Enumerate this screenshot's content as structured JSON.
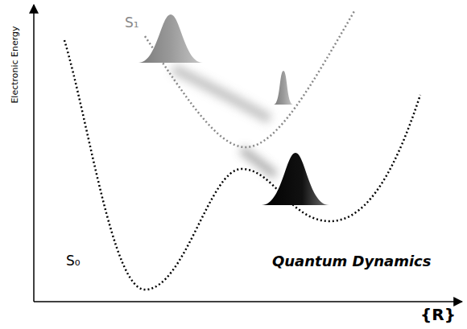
{
  "diagram": {
    "labels": [
      "Electronic Energy",
      "S₁",
      "S₀",
      "Quantum Dynamics",
      "{R}"
    ]
  }
}
